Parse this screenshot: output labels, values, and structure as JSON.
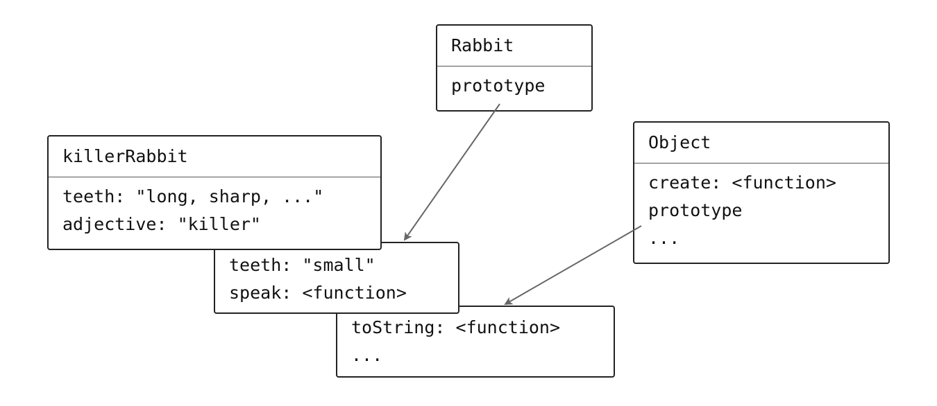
{
  "boxes": {
    "rabbit": {
      "title": "Rabbit",
      "props": [
        "prototype"
      ]
    },
    "object": {
      "title": "Object",
      "props": [
        "create: <function>",
        "prototype",
        "..."
      ]
    },
    "killer_rabbit": {
      "title": "killerRabbit",
      "props": [
        "teeth: \"long, sharp, ...\"",
        "adjective: \"killer\""
      ]
    },
    "rabbit_prototype": {
      "props": [
        "teeth: \"small\"",
        "speak: <function>"
      ]
    },
    "object_prototype": {
      "props": [
        "toString: <function>",
        "..."
      ]
    }
  },
  "colors": {
    "border": "#222222",
    "divider": "#555555",
    "arrow": "#666666",
    "text": "#111111"
  }
}
